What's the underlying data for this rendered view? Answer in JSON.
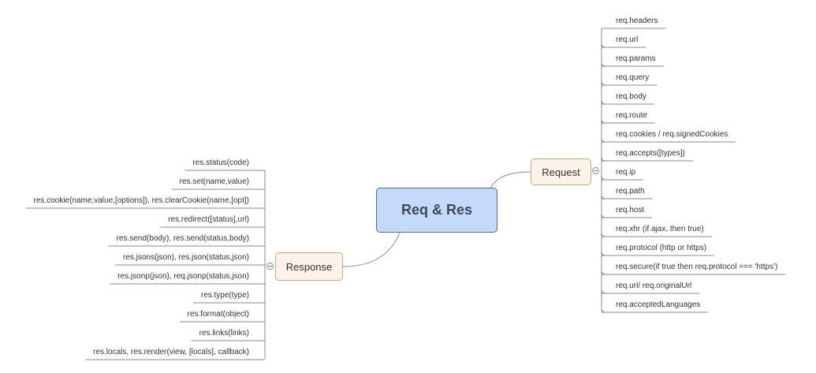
{
  "root": {
    "label": "Req & Res"
  },
  "request": {
    "label": "Request",
    "items": [
      "req.headers",
      "req.url",
      "req.params",
      "req.query",
      "req.body",
      "req.route",
      "req.cookies / req.signedCookies",
      "req.accepts([types])",
      "req.ip",
      "req.path",
      "req.host",
      "req.xhr (if ajax, then true)",
      "req.protocol (http or https)",
      "req.secure(if true then req.protocol === 'https')",
      "req.url/ req.originalUrl",
      "req.acceptedLanguages"
    ]
  },
  "response": {
    "label": "Response",
    "items": [
      "res.status(code)",
      "res.set(name,value)",
      "res.cookie(name,value,[options]), res.clearCookie(name,[opt])",
      "res.redirect([status],url)",
      "res.send(body), res.send(status,body)",
      "res.jsons(json), res.json(status,json)",
      "res.jsonp(json), req.jsonp(status,json)",
      "res.type(type)",
      "res.format(object)",
      "res.links(links)",
      "res.locals, res.render(view, [locals], callback)"
    ]
  },
  "colors": {
    "root_fill": "#c5d9fb",
    "root_border": "#5a6a85",
    "branch_fill": "#fdf3e8",
    "branch_border": "#c8a883",
    "line": "#8a8a8a"
  }
}
